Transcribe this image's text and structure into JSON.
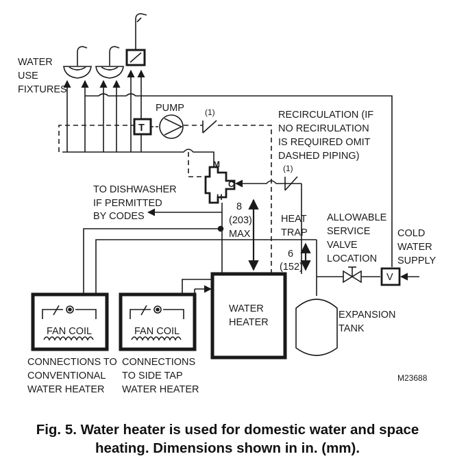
{
  "labels": {
    "water_use": [
      "WATER",
      "USE",
      "FIXTURES"
    ],
    "pump": "PUMP",
    "note1_top": "(1)",
    "note1_mid": "(1)",
    "recirculation": [
      "RECIRCULATION (IF",
      "NO RECIRULATION",
      "IS REQUIRED OMIT",
      "DASHED PIPING)"
    ],
    "dishwasher": [
      "TO DISHWASHER",
      "IF PERMITTED",
      "BY CODES"
    ],
    "dim_8": [
      "8",
      "(203)",
      "MAX"
    ],
    "heat_trap": [
      "HEAT",
      "TRAP"
    ],
    "dim_6": [
      "6",
      "(152)"
    ],
    "allowable": [
      "ALLOWABLE",
      "SERVICE",
      "VALVE",
      "LOCATION"
    ],
    "cold_water": [
      "COLD",
      "WATER",
      "SUPPLY"
    ],
    "water_heater": [
      "WATER",
      "HEATER"
    ],
    "expansion": [
      "EXPANSION",
      "TANK"
    ],
    "fan_coil_1": "FAN COIL",
    "fan_coil_2": "FAN COIL",
    "conn_conventional": [
      "CONNECTIONS TO",
      "CONVENTIONAL",
      "WATER HEATER"
    ],
    "conn_side_tap": [
      "CONNECTIONS",
      "TO SIDE TAP",
      "WATER HEATER"
    ],
    "part_number": "M23688",
    "tstat": "T",
    "valve_v": "V",
    "mix_m": "M",
    "mix_c": "C",
    "mix_h": "H"
  },
  "caption": [
    "Fig. 5. Water heater is used for domestic water and space",
    "heating. Dimensions shown in in. (mm)."
  ]
}
